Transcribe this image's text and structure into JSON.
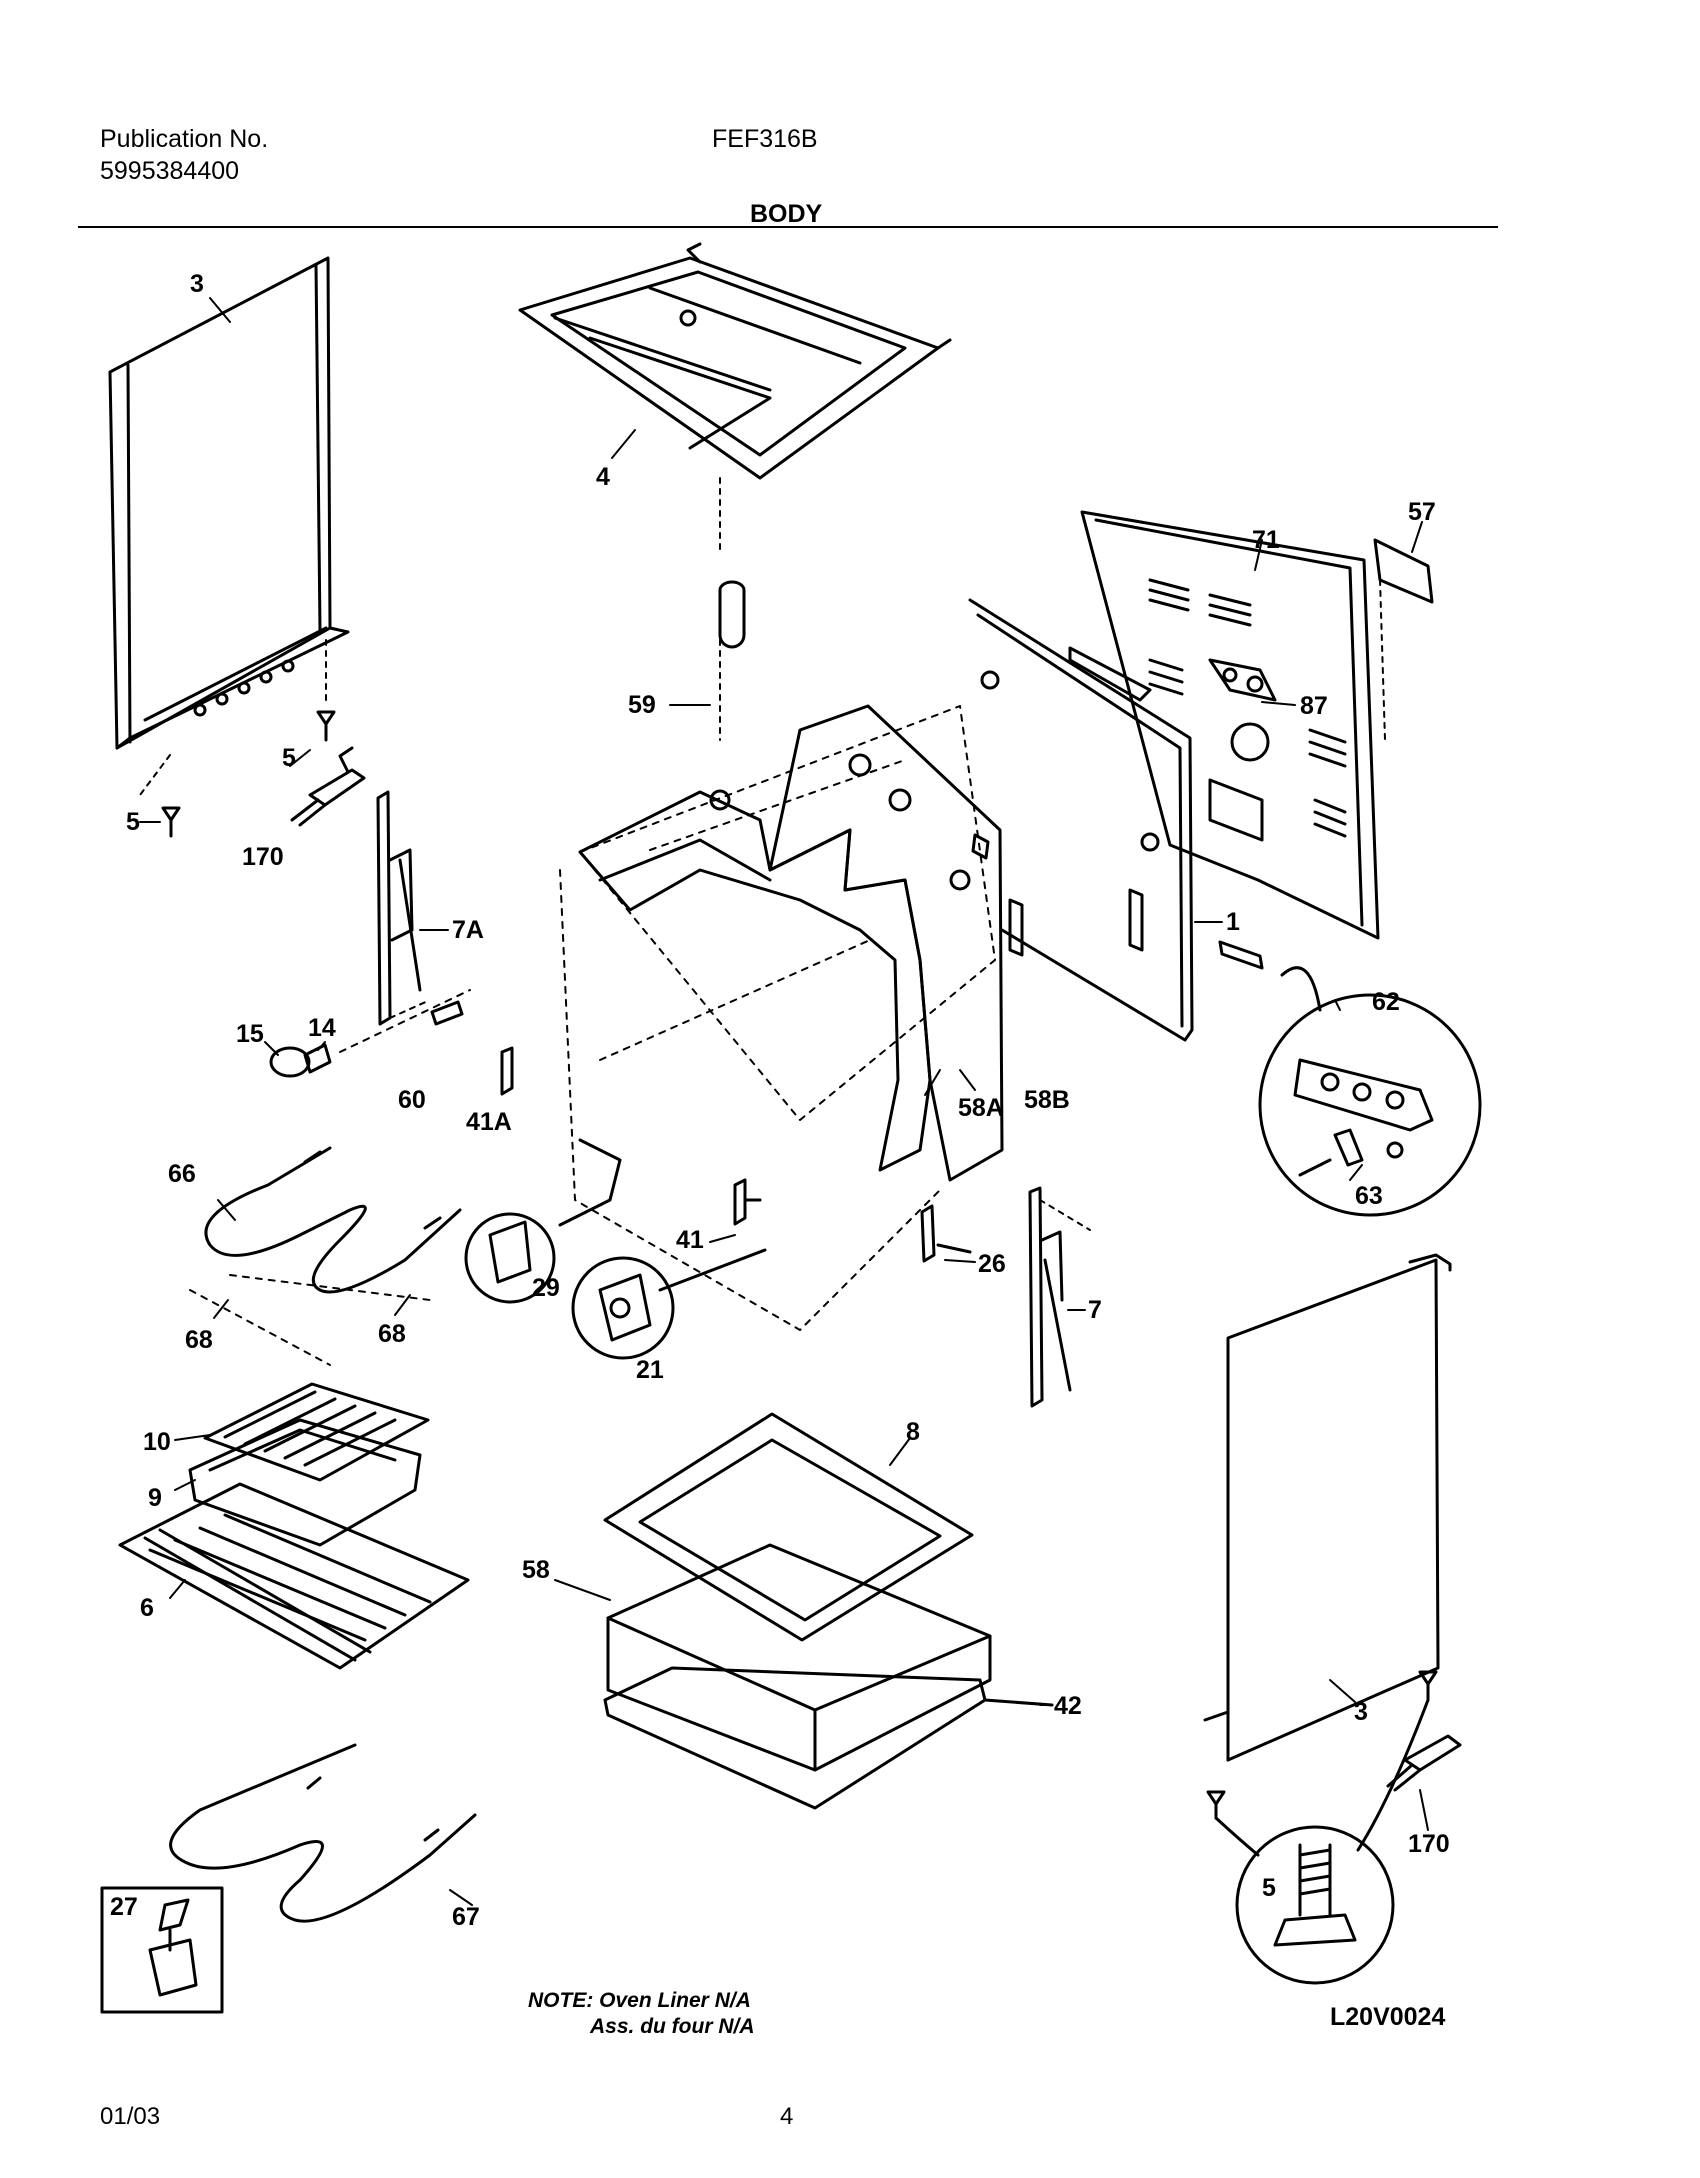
{
  "header": {
    "publication_label": "Publication No.",
    "publication_number": "5995384400",
    "model": "FEF316B",
    "section_title": "BODY"
  },
  "parts": [
    {
      "id": "p3a",
      "text": "3"
    },
    {
      "id": "p4",
      "text": "4"
    },
    {
      "id": "p57",
      "text": "57"
    },
    {
      "id": "p71",
      "text": "71"
    },
    {
      "id": "p59",
      "text": "59"
    },
    {
      "id": "p87",
      "text": "87"
    },
    {
      "id": "p5a",
      "text": "5"
    },
    {
      "id": "p5b",
      "text": "5"
    },
    {
      "id": "p170a",
      "text": "170"
    },
    {
      "id": "p7a",
      "text": "7A"
    },
    {
      "id": "p1",
      "text": "1"
    },
    {
      "id": "p15",
      "text": "15"
    },
    {
      "id": "p14",
      "text": "14"
    },
    {
      "id": "p60",
      "text": "60"
    },
    {
      "id": "p41a",
      "text": "41A"
    },
    {
      "id": "p58a",
      "text": "58A"
    },
    {
      "id": "p58b",
      "text": "58B"
    },
    {
      "id": "p62",
      "text": "62"
    },
    {
      "id": "p63",
      "text": "63"
    },
    {
      "id": "p66",
      "text": "66"
    },
    {
      "id": "p29",
      "text": "29"
    },
    {
      "id": "p41",
      "text": "41"
    },
    {
      "id": "p26",
      "text": "26"
    },
    {
      "id": "p7",
      "text": "7"
    },
    {
      "id": "p21",
      "text": "21"
    },
    {
      "id": "p68a",
      "text": "68"
    },
    {
      "id": "p68b",
      "text": "68"
    },
    {
      "id": "p10",
      "text": "10"
    },
    {
      "id": "p9",
      "text": "9"
    },
    {
      "id": "p8",
      "text": "8"
    },
    {
      "id": "p6",
      "text": "6"
    },
    {
      "id": "p58",
      "text": "58"
    },
    {
      "id": "p42",
      "text": "42"
    },
    {
      "id": "p3b",
      "text": "3"
    },
    {
      "id": "p170b",
      "text": "170"
    },
    {
      "id": "p5c",
      "text": "5"
    },
    {
      "id": "p67",
      "text": "67"
    },
    {
      "id": "p27",
      "text": "27"
    }
  ],
  "note": {
    "line1": "NOTE: Oven Liner N/A",
    "line2": "Ass. du four N/A"
  },
  "drawing_code": "L20V0024",
  "footer": {
    "date": "01/03",
    "page": "4"
  }
}
